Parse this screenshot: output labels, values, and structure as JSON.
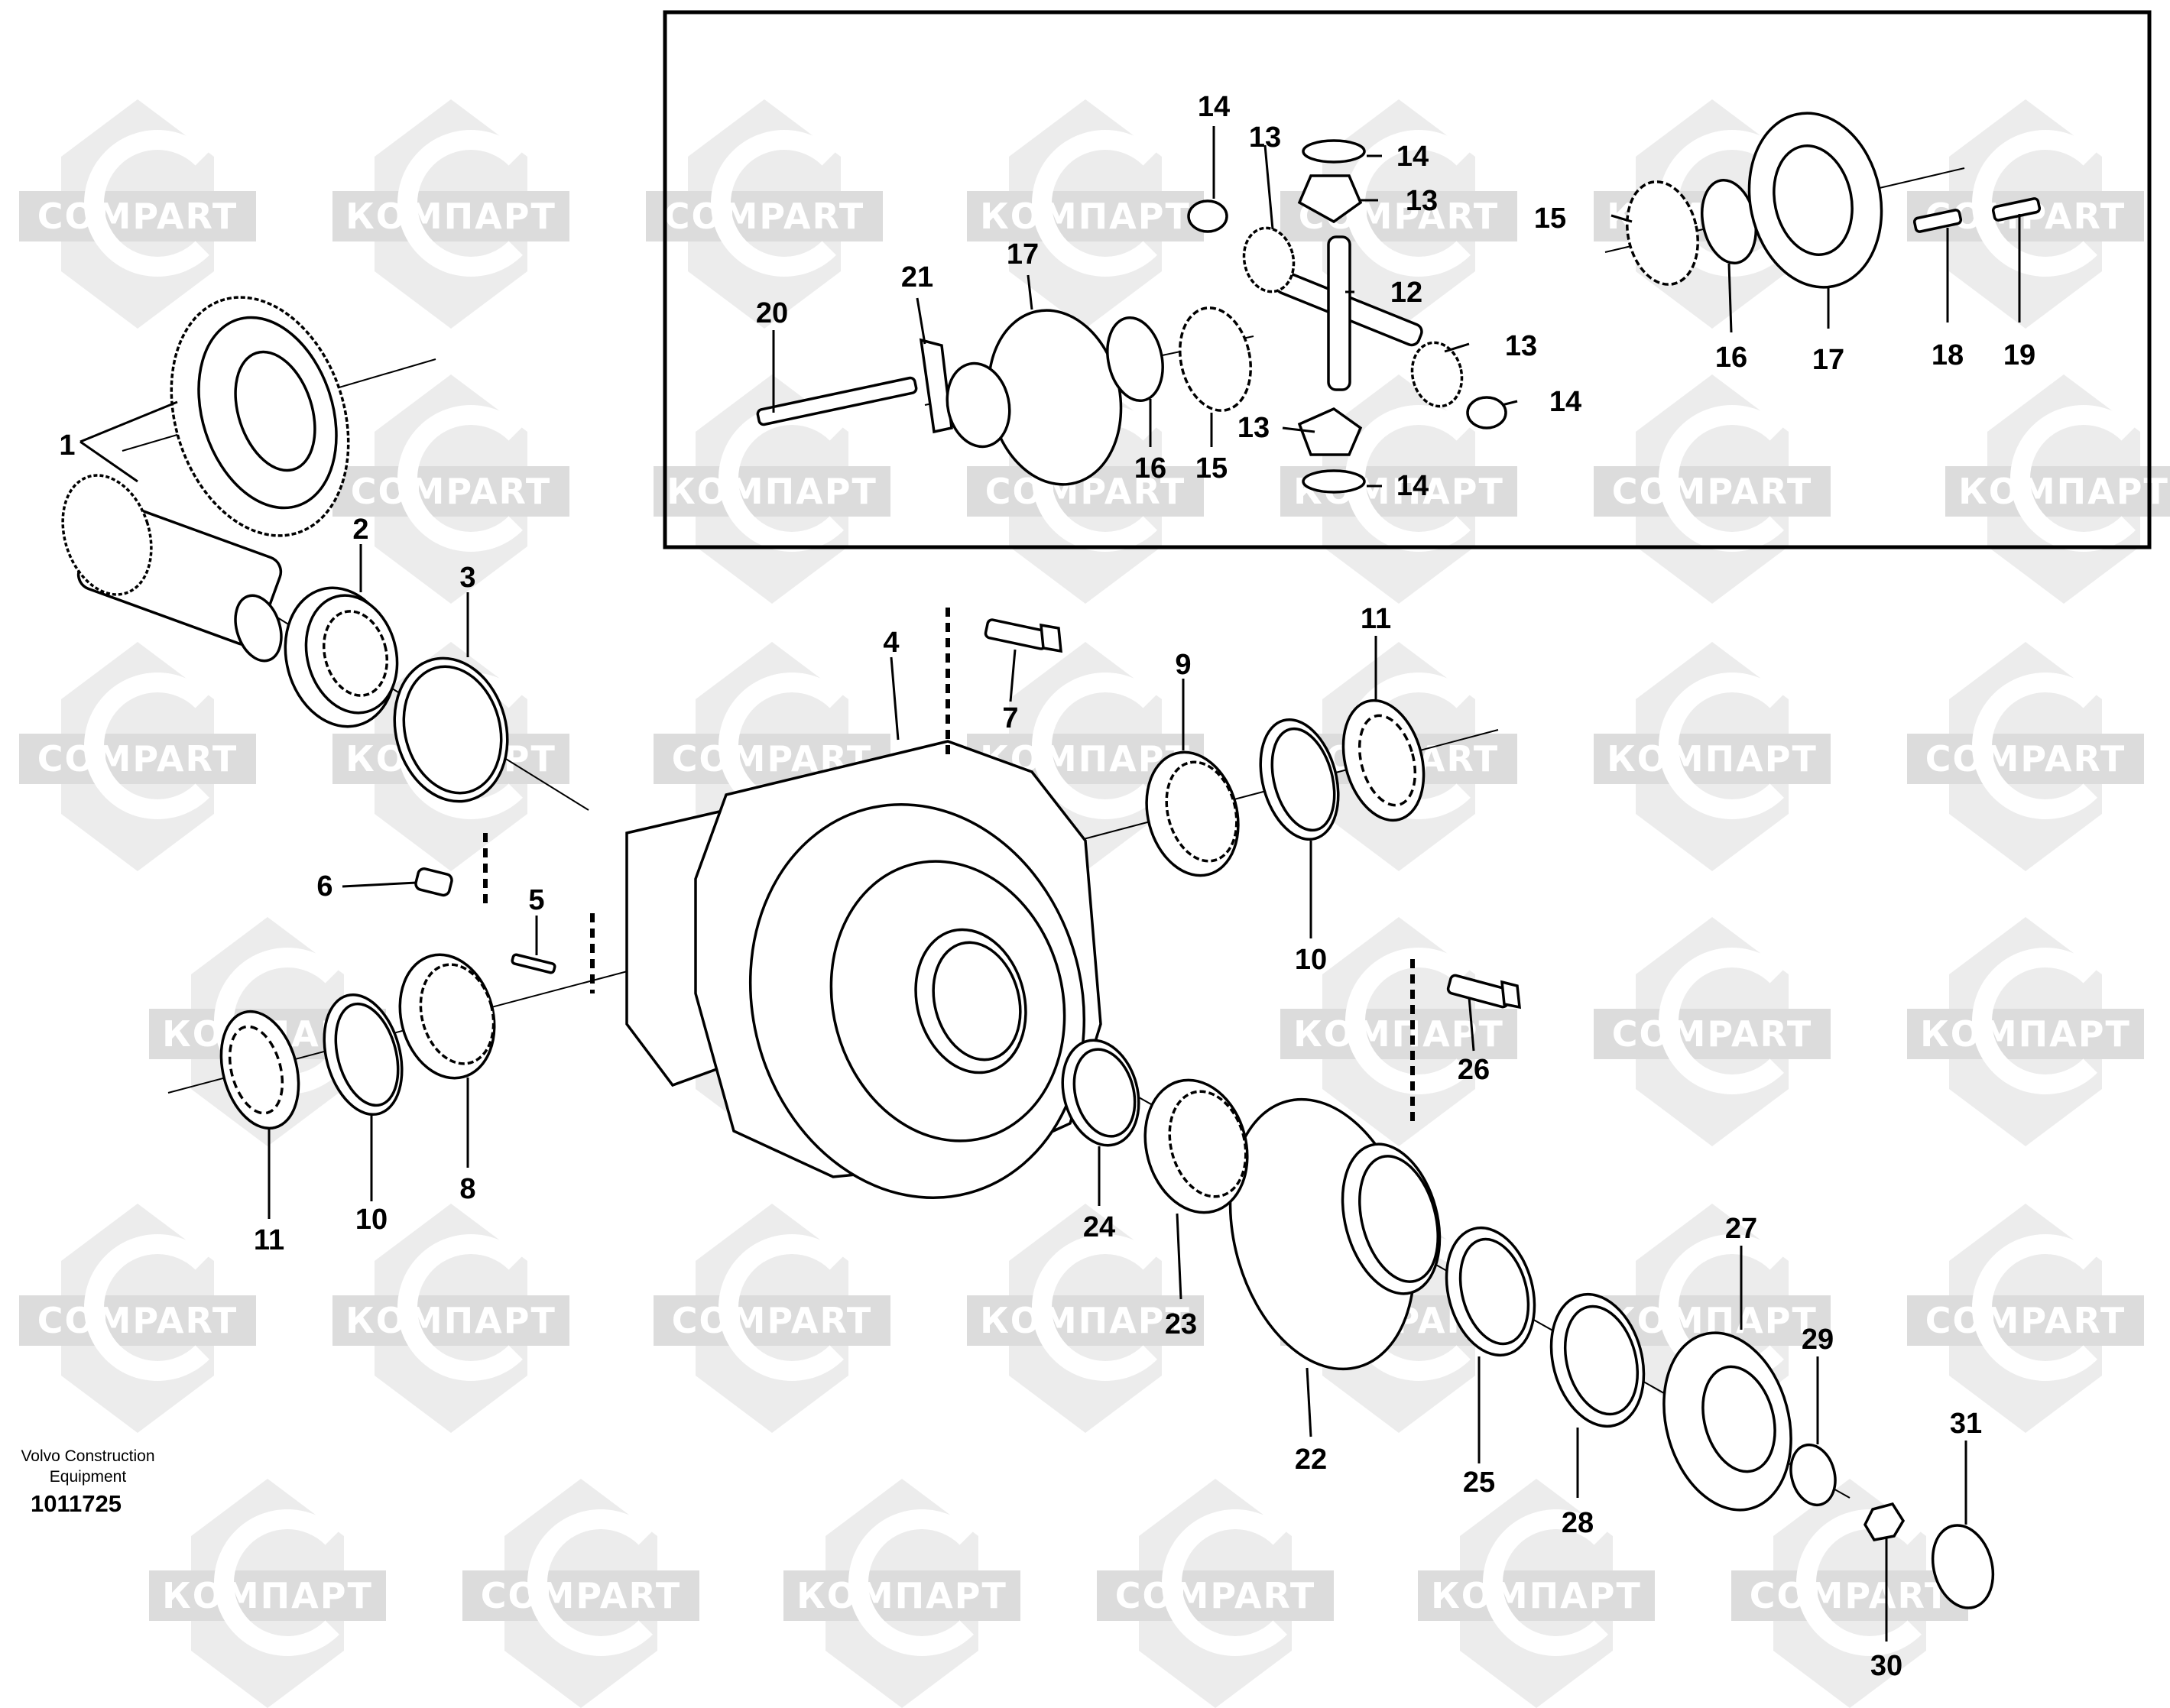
{
  "watermark": {
    "text_cyrillic": "КОМПАРТ",
    "text_latin": "COMPART"
  },
  "footer": {
    "company": "Volvo Construction Equipment",
    "number": "1011725"
  },
  "callouts": {
    "c1": "1",
    "c2": "2",
    "c3": "3",
    "c4": "4",
    "c5": "5",
    "c6": "6",
    "c7": "7",
    "c8": "8",
    "c9": "9",
    "c10a": "10",
    "c10b": "10",
    "c11a": "11",
    "c11b": "11",
    "c12": "12",
    "c13a": "13",
    "c13b": "13",
    "c13c": "13",
    "c13d": "13",
    "c14a": "14",
    "c14b": "14",
    "c14c": "14",
    "c14d": "14",
    "c15a": "15",
    "c15b": "15",
    "c16a": "16",
    "c16b": "16",
    "c17a": "17",
    "c17b": "17",
    "c18": "18",
    "c19": "19",
    "c20": "20",
    "c21": "21",
    "c22": "22",
    "c23": "23",
    "c24": "24",
    "c25": "25",
    "c26": "26",
    "c27": "27",
    "c28": "28",
    "c29": "29",
    "c30": "30",
    "c31": "31"
  }
}
